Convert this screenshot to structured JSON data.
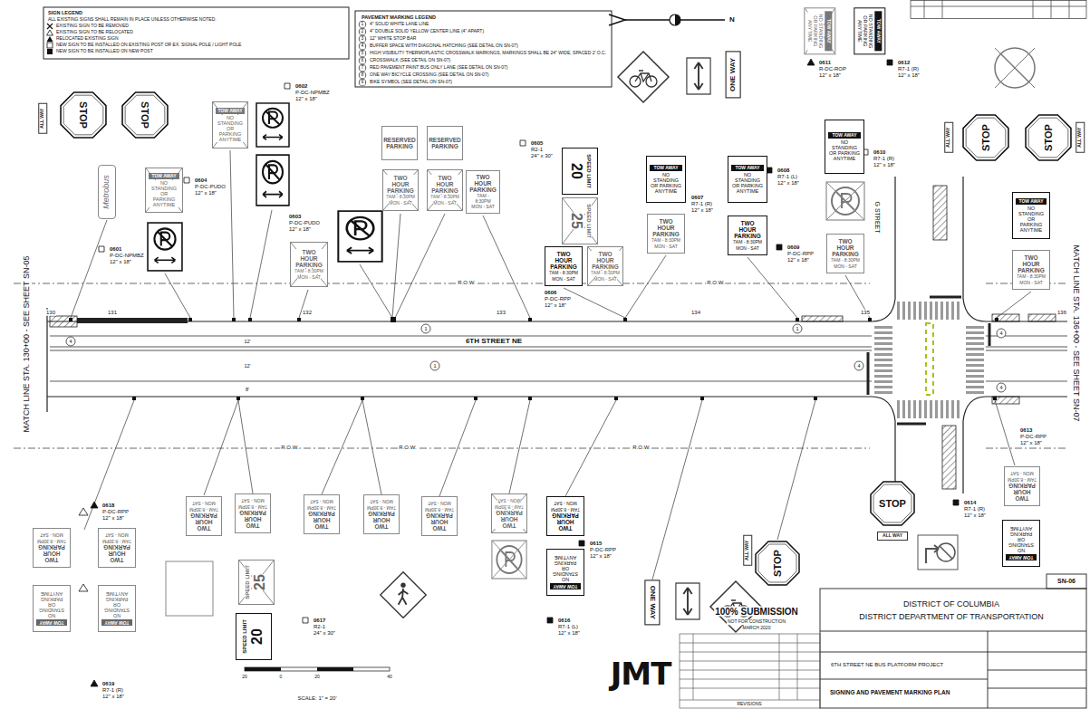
{
  "diagram": {
    "title": "SIGNING AND PAVEMENT MARKING PLAN",
    "nodes": [
      {
        "text": [
          "ALL WAY"
        ]
      },
      {
        "text": [
          "STOP"
        ]
      },
      {
        "text": [
          "STOP"
        ]
      },
      {
        "text": [
          "Metrobus"
        ]
      },
      {
        "text": [
          "TOW AWAY",
          "NO STANDING OR PARKING ANYTIME"
        ]
      },
      {
        "text": [
          "TOW AWAY",
          "NO STANDING OR PARKING ANYTIME"
        ]
      },
      {
        "text": [
          "TWO HOUR PARKING",
          "7AM - 8:30PM",
          "MON - SAT"
        ]
      },
      {
        "text": [
          "RESERVED PARKING"
        ]
      },
      {
        "text": [
          "RESERVED PARKING"
        ]
      },
      {
        "text": [
          "TWO HOUR PARKING",
          "7AM - 8:30PM",
          "MON - SAT"
        ]
      },
      {
        "text": [
          "TWO HOUR PARKING",
          "7AM - 8:30PM",
          "MON - SAT"
        ]
      },
      {
        "text": [
          "TWO HOUR PARKING",
          "7AM - 8:30PM",
          "MON - SAT"
        ]
      },
      {
        "text": [
          "SPEED LIMIT",
          "20"
        ]
      },
      {
        "text": [
          "SPEED LIMIT",
          "25"
        ]
      },
      {
        "text": [
          "TWO HOUR PARKING",
          "7AM - 8:30PM",
          "MON - SAT"
        ]
      },
      {
        "text": [
          "TWO HOUR PARKING",
          "7AM - 8:30PM",
          "MON - SAT"
        ]
      },
      {
        "text": [
          "TOW AWAY",
          "NO STANDING OR PARKING ANYTIME"
        ]
      },
      {
        "text": [
          "TWO HOUR PARKING",
          "7AM - 8:30PM",
          "MON - SAT"
        ]
      },
      {
        "text": [
          "TOW AWAY",
          "NO STANDING OR PARKING ANYTIME"
        ]
      },
      {
        "text": [
          "TWO HOUR PARKING",
          "7AM - 8:30PM",
          "MON - SAT"
        ]
      },
      {
        "text": [
          "TOW AWAY",
          "NO STANDING OR PARKING ANYTIME"
        ]
      },
      {
        "text": [
          "TWO HOUR PARKING",
          "7AM - 8:30PM",
          "MON - SAT"
        ]
      },
      {
        "text": [
          "ONE WAY"
        ]
      },
      {
        "text": [
          "TOW AWAY",
          "NO STANDING OR PARKING ANYTIME"
        ]
      },
      {
        "text": [
          "TOW AWAY",
          "NO STANDING OR PARKING ANYTIME"
        ]
      },
      {
        "text": [
          "STOP"
        ]
      },
      {
        "text": [
          "STOP"
        ]
      },
      {
        "text": [
          "ALL WAY"
        ]
      },
      {
        "text": [
          "ALL WAY"
        ]
      },
      {
        "text": [
          "TOW AWAY",
          "NO STANDING OR PARKING ANYTIME"
        ]
      },
      {
        "text": [
          "TWO HOUR PARKING",
          "7AM - 8:30PM",
          "MON - SAT"
        ]
      },
      {
        "text": [
          "TWO HOUR PARKING",
          "7AM - 8:30PM",
          "MON - SAT"
        ]
      },
      {
        "text": [
          "TWO HOUR PARKING",
          "7AM - 8:30PM",
          "MON - SAT"
        ]
      },
      {
        "text": [
          "TOW AWAY",
          "NO STANDING OR PARKING ANYTIME"
        ]
      },
      {
        "text": [
          "TOW AWAY",
          "NO STANDING OR PARKING ANYTIME"
        ]
      },
      {
        "text": [
          "SPEED LIMIT",
          "25"
        ]
      },
      {
        "text": [
          "SPEED LIMIT",
          "20"
        ]
      },
      {
        "text": [
          "TWO HOUR PARKING",
          "7AM - 8:30PM",
          "MON - SAT"
        ]
      },
      {
        "text": [
          "TWO HOUR PARKING",
          "7AM - 8:30PM",
          "MON - SAT"
        ]
      },
      {
        "text": [
          "TWO HOUR PARKING",
          "7AM - 8:30PM",
          "MON - SAT"
        ]
      },
      {
        "text": [
          "TWO HOUR PARKING",
          "7AM - 8:30PM",
          "MON - SAT"
        ]
      },
      {
        "text": [
          "TWO HOUR PARKING",
          "7AM - 8:30PM",
          "MON - SAT"
        ]
      },
      {
        "text": [
          "TWO HOUR PARKING",
          "7AM - 8:30PM",
          "MON - SAT"
        ]
      },
      {
        "text": [
          "TWO HOUR PARKING",
          "7AM - 8:30PM",
          "MON - SAT"
        ]
      },
      {
        "text": [
          "TOW AWAY",
          "NO STANDING OR PARKING ANYTIME"
        ]
      },
      {
        "text": [
          "ONE WAY"
        ]
      },
      {
        "text": [
          "STOP"
        ]
      },
      {
        "text": [
          "ALL WAY"
        ]
      },
      {
        "text": [
          "STOP"
        ]
      },
      {
        "text": [
          "ALL WAY"
        ]
      },
      {
        "text": [
          "TWO HOUR PARKING",
          "7AM - 8:30PM",
          "MON - SAT"
        ]
      },
      {
        "text": [
          "TOW AWAY",
          "NO STANDING OR PARKING ANYTIME"
        ]
      }
    ],
    "labels": [
      "SIGN LEGEND",
      "ALL EXISTING SIGNS SHALL REMAIN IN PLACE UNLESS OTHERWISE NOTED.",
      "PAVEMENT MARKING LEGEND",
      "1",
      "2",
      "3",
      "4",
      "5",
      "6",
      "7",
      "8",
      "9",
      "N",
      "MATCH LINE STA. 130+00 - SEE SHEET SN-05",
      "MATCH LINE STA. 136+00 - SEE SHEET SN-07",
      "6TH STREET NE",
      "G STREET",
      "130",
      "131",
      "132",
      "133",
      "134",
      "135",
      "136",
      "R.O.W.",
      "R.O.W.",
      "R.O.W.",
      "R.O.W.",
      "R.O.W.",
      "4",
      "1",
      "1",
      "1",
      "4",
      "4",
      "4",
      "12'",
      "12'",
      "8'",
      "0601",
      "P-DC-NPMBZ",
      "12\" x 18\"",
      "0602",
      "P-DC-NPMBZ",
      "12\" x 18\"",
      "0603",
      "P-DC-PUDO",
      "12\" x 18\"",
      "0604",
      "P-DC-PUDO",
      "12\" x 18\"",
      "0605",
      "R2-1",
      "24\" x 30\"",
      "0606",
      "P-DC-RPP",
      "12\" x 18\"",
      "0607",
      "R7-1 (R)",
      "12\" x 18\"",
      "0608",
      "R7-1 (L)",
      "12\" x 18\"",
      "0609",
      "P-DC-RPP",
      "12\" x 18\"",
      "0610",
      "R7-1 (R)",
      "12\" x 18\"",
      "0611",
      "R-DC-ROP",
      "12\" x 18\"",
      "0612",
      "R7-1 (R)",
      "12\" x 18\"",
      "0613",
      "P-DC-RPP",
      "12\" x 18\"",
      "0614",
      "R7-1 (R)",
      "12\" x 18\"",
      "0615",
      "P-DC-RPP",
      "12\" x 18\"",
      "0616",
      "R7-1 (L)",
      "12\" x 18\"",
      "0617",
      "R2-1",
      "24\" x 30\"",
      "0618",
      "P-DC-RPP",
      "12\" x 18\"",
      "0619",
      "R7-1 (R)",
      "12\" x 18\"",
      "SCALE: 1\" = 20'",
      "20",
      "0",
      "20",
      "40",
      "100% SUBMISSION",
      "NOT FOR CONSTRUCTION",
      "MARCH 2020",
      "JMT",
      "REVISIONS",
      "DISTRICT OF COLUMBIA",
      "DISTRICT DEPARTMENT OF TRANSPORTATION",
      "6TH STREET NE BUS PLATFORM PROJECT",
      "SN-06"
    ],
    "legend": [
      {
        "text": "EXISTING SIGN TO BE REMOVED"
      },
      {
        "text": "EXISTING SIGN TO BE RELOCATED"
      },
      {
        "text": "RELOCATED EXISTING SIGN"
      },
      {
        "text": "NEW SIGN TO BE INSTALLED ON EXISTING POST OR EX. SIGNAL POLE / LIGHT POLE"
      },
      {
        "text": "NEW SIGN TO BE INSTALLED ON NEW POST"
      },
      {
        "text": "4\" SOLID WHITE LANE LINE"
      },
      {
        "text": "4\" DOUBLE SOLID YELLOW CENTER LINE (4\" APART)"
      },
      {
        "text": "12\" WHITE STOP BAR"
      },
      {
        "text": "BUFFER SPACE WITH DIAGONAL HATCHING (SEE DETAIL ON SN-07)"
      },
      {
        "text": "HIGH VISIBILITY THERMOPLASTIC CROSSWALK MARKINGS, MARKINGS SHALL BE 24\" WIDE, SPACED 2' O.C."
      },
      {
        "text": "CROSSWALK (SEE DETAIL ON SN-07)"
      },
      {
        "text": "RED PAVEMENT PAINT BUS ONLY LANE (SEE DETAIL ON SN-07)"
      },
      {
        "text": "ONE WAY BICYCLE CROSSING (SEE DETAIL ON SN-07)"
      },
      {
        "text": "BIKE SYMBOL (SEE DETAIL ON SN-07)"
      }
    ]
  }
}
